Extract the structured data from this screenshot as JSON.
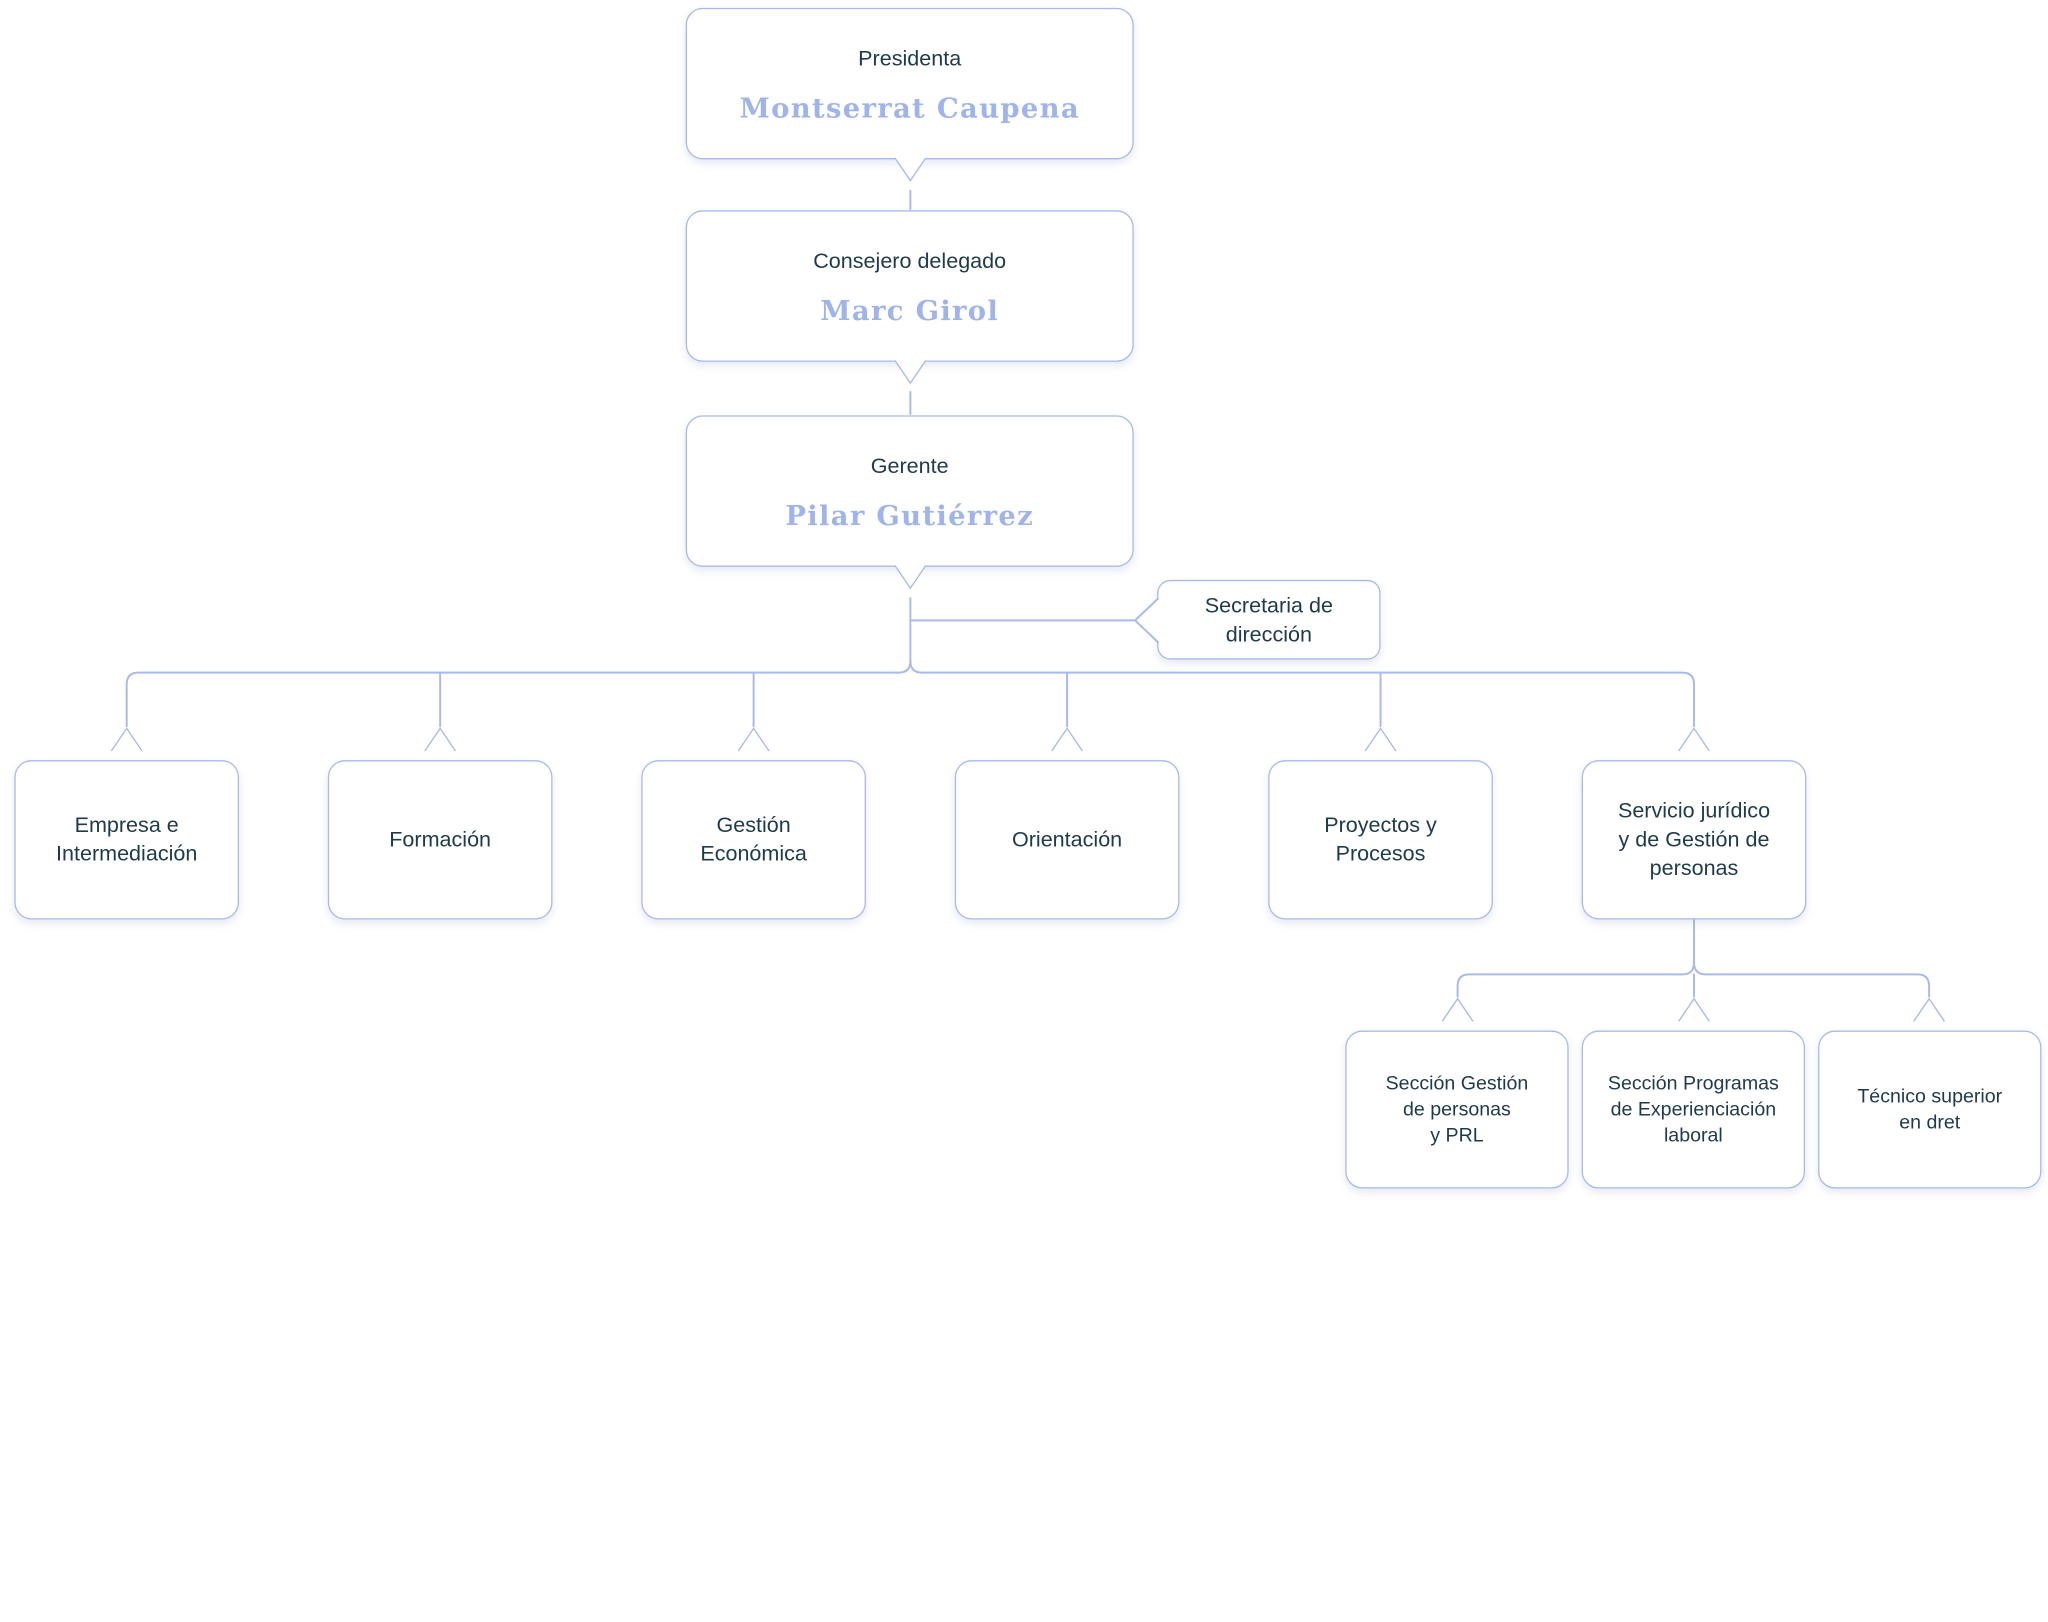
{
  "colors": {
    "border": "#a9b9ec",
    "text": "#1e3a4c",
    "name": "#9fb4ea"
  },
  "executives": [
    {
      "role": "Presidenta",
      "name": "Montserrat Caupena"
    },
    {
      "role": "Consejero delegado",
      "name": "Marc Girol"
    },
    {
      "role": "Gerente",
      "name": "Pilar Gutiérrez"
    }
  ],
  "secretary": {
    "label": "Secretaria de\ndirección"
  },
  "departments": [
    {
      "label": "Empresa e\nIntermediación"
    },
    {
      "label": "Formación"
    },
    {
      "label": "Gestión\nEconómica"
    },
    {
      "label": "Orientación"
    },
    {
      "label": "Proyectos y\nProcesos"
    },
    {
      "label": "Servicio jurídico\ny de Gestión de\npersonas"
    }
  ],
  "sections": [
    {
      "label": "Sección Gestión\nde personas\ny PRL"
    },
    {
      "label": "Sección Programas\nde Experienciación\nlaboral"
    },
    {
      "label": "Técnico superior\nen dret"
    }
  ]
}
